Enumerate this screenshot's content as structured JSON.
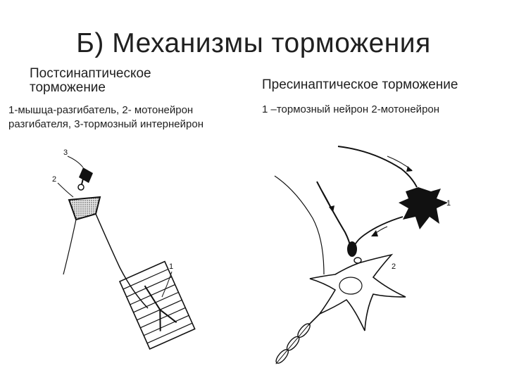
{
  "slide": {
    "title": "Б) Механизмы торможения"
  },
  "left_panel": {
    "heading": "Постсинаптическое торможение",
    "caption": "1-мышца-разгибатель, 2- мотонейрон разгибателя, 3-тормозный интернейрон",
    "labels": [
      "3",
      "2",
      "1"
    ]
  },
  "right_panel": {
    "heading": "Пресинаптическое торможение",
    "caption": "1 –тормозный нейрон 2-мотонейрон",
    "labels": [
      "1",
      "2"
    ]
  }
}
